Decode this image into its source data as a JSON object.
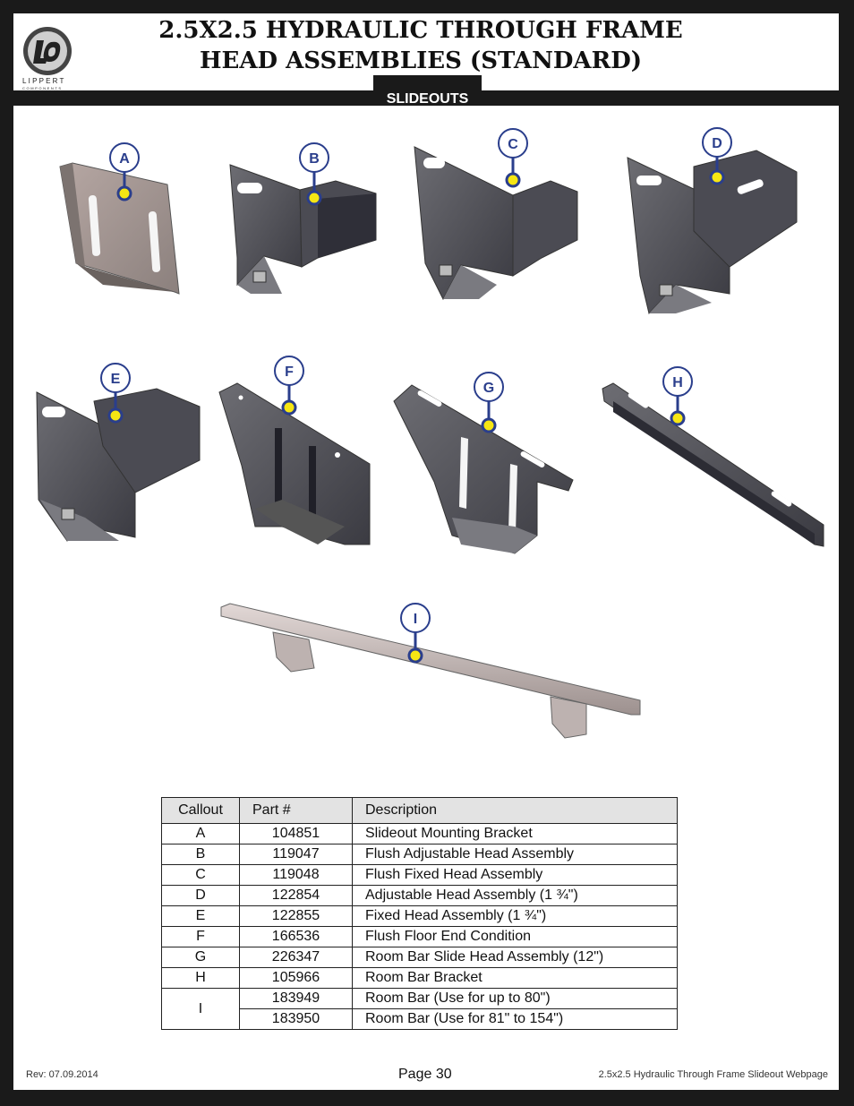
{
  "header": {
    "logo_text": "LIPPERT COMPONENTS",
    "title_line1": "2.5X2.5 HYDRAULIC THROUGH FRAME",
    "title_line2": "HEAD ASSEMBLIES (STANDARD)",
    "tab": "SLIDEOUTS"
  },
  "callouts": [
    "A",
    "B",
    "C",
    "D",
    "E",
    "F",
    "G",
    "H",
    "I"
  ],
  "table": {
    "headers": [
      "Callout",
      "Part #",
      "Description"
    ],
    "rows": [
      {
        "callout": "A",
        "part": "104851",
        "desc": "Slideout Mounting Bracket"
      },
      {
        "callout": "B",
        "part": "119047",
        "desc": "Flush Adjustable Head Assembly"
      },
      {
        "callout": "C",
        "part": "119048",
        "desc": "Flush Fixed Head Assembly"
      },
      {
        "callout": "D",
        "part": "122854",
        "desc": "Adjustable Head Assembly (1 ¾\")"
      },
      {
        "callout": "E",
        "part": "122855",
        "desc": "Fixed Head Assembly (1 ¾\")"
      },
      {
        "callout": "F",
        "part": "166536",
        "desc": "Flush Floor End Condition"
      },
      {
        "callout": "G",
        "part": "226347",
        "desc": "Room Bar Slide Head Assembly (12\")"
      },
      {
        "callout": "H",
        "part": "105966",
        "desc": "Room Bar Bracket"
      },
      {
        "callout": "I",
        "part": "183949",
        "desc": "Room Bar (Use for up to 80\")"
      },
      {
        "callout": "",
        "part": "183950",
        "desc": "Room Bar (Use for 81\" to 154\")"
      }
    ]
  },
  "footer": {
    "rev": "Rev: 07.09.2014",
    "page": "Page 30",
    "doc": "2.5x2.5 Hydraulic Through Frame Slideout Webpage"
  }
}
